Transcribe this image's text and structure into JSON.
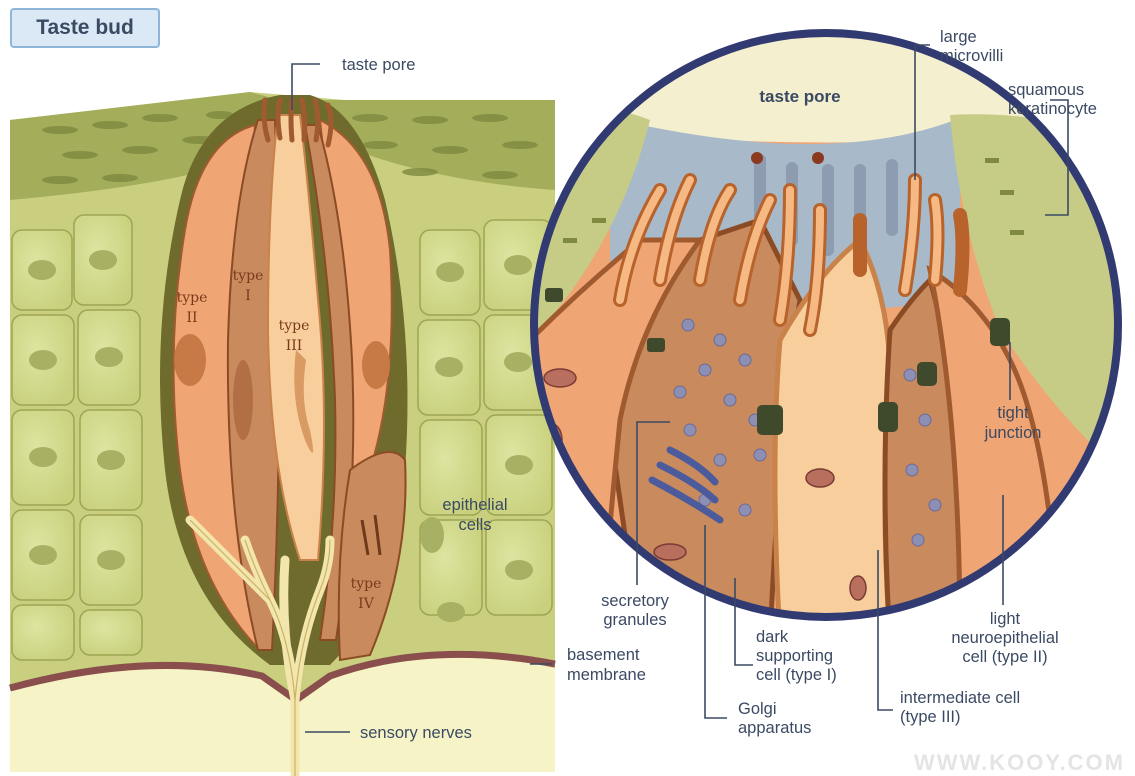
{
  "title": "Taste bud",
  "watermark": "WWW.KOOY.COM",
  "left_panel": {
    "labels": {
      "taste_pore": "taste pore",
      "type_ii": [
        "type",
        "II"
      ],
      "type_i": [
        "type",
        "I"
      ],
      "type_iii": [
        "type",
        "III"
      ],
      "type_iv": [
        "type",
        "IV"
      ],
      "epithelial_cells": [
        "epithelial",
        "cells"
      ],
      "basement_membrane": [
        "basement",
        "membrane"
      ],
      "sensory_nerves": "sensory nerves"
    }
  },
  "right_panel": {
    "labels": {
      "taste_pore": "taste pore",
      "large_microvilli": [
        "large",
        "microvilli"
      ],
      "squamous_keratinocyte": [
        "squamous",
        "keratinocyte"
      ],
      "tight_junction": [
        "tight",
        "junction"
      ],
      "secretory_granules": [
        "secretory",
        "granules"
      ],
      "dark_supporting_cell": [
        "dark",
        "supporting",
        "cell (type I)"
      ],
      "golgi_apparatus": [
        "Golgi",
        "apparatus"
      ],
      "intermediate_cell": [
        "intermediate cell",
        "(type III)"
      ],
      "light_neuroepithelial_cell": [
        "light",
        "neuroepithelial",
        "cell (type II)"
      ]
    }
  },
  "colors": {
    "epithelium": "#c9cf7e",
    "epithelium_dark": "#8f9a48",
    "cell_orange": "#f0a574",
    "cell_brown": "#c98a5e",
    "cell_light": "#f8cf9c",
    "membrane": "#8a4f4c",
    "connective": "#f6f3c6",
    "nerve": "#f3e6ad",
    "circle_border": "#323a72",
    "fluid": "#a8b9c9",
    "label": "#3b4a63"
  }
}
